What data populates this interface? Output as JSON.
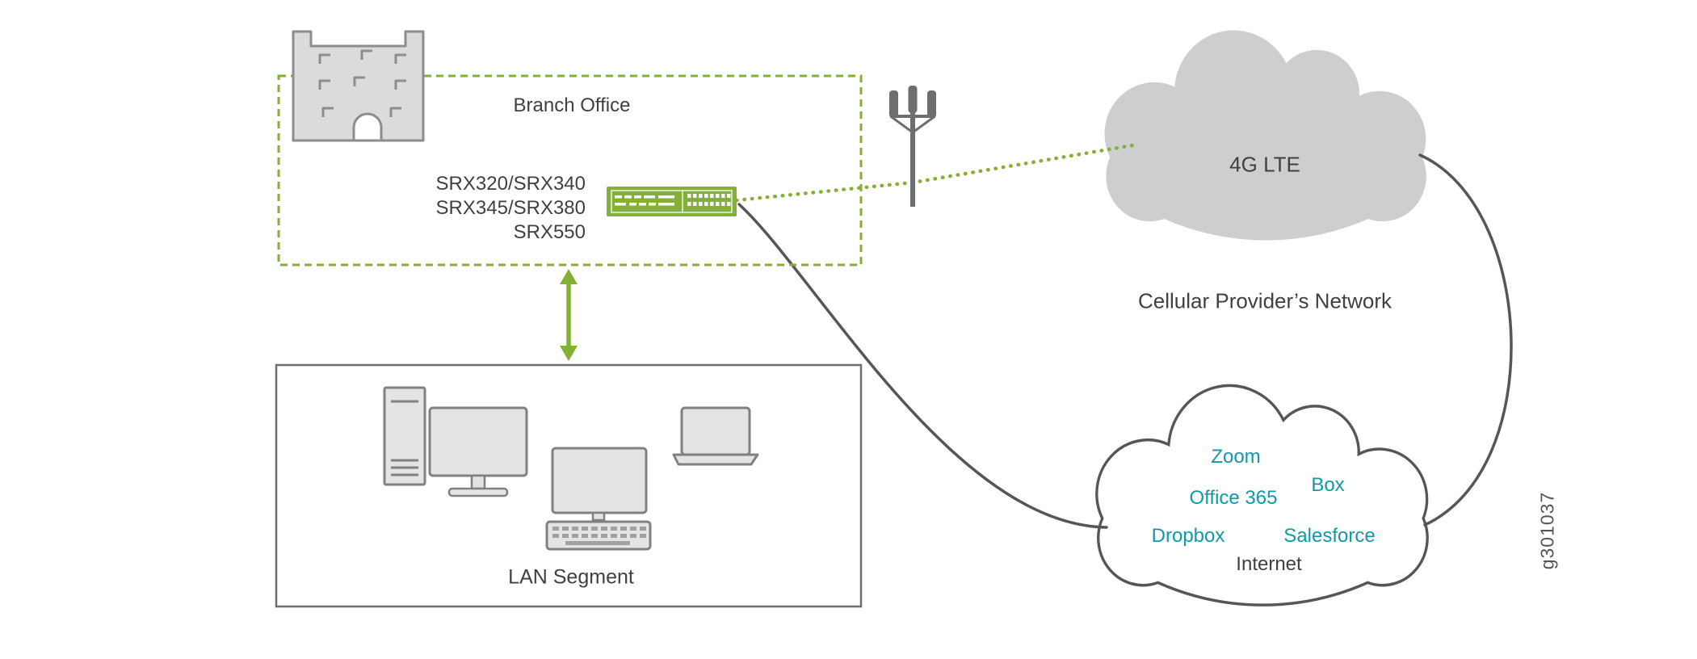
{
  "figure": {
    "id_label": "g301037"
  },
  "branch_office": {
    "label": "Branch Office",
    "device_models": [
      "SRX320/SRX340",
      "SRX345/SRX380",
      "SRX550"
    ]
  },
  "cellular": {
    "cloud_label": "4G LTE",
    "caption": "Cellular Provider’s Network"
  },
  "lan": {
    "label": "LAN Segment"
  },
  "internet": {
    "label": "Internet",
    "services": [
      "Zoom",
      "Box",
      "Office 365",
      "Dropbox",
      "Salesforce"
    ]
  },
  "icons": {
    "building": "office-building-icon",
    "gateway": "srx-services-gateway-icon",
    "tower": "cell-tower-antenna-icon",
    "lte_cloud": "cloud-icon",
    "internet_cloud": "cloud-icon",
    "lan_devices": [
      "desktop-tower-icon",
      "monitor-icon",
      "desktop-computer-icon",
      "laptop-icon"
    ],
    "link_arrow": "double-arrow-icon"
  },
  "colors": {
    "juniper_green": "#84B135",
    "service_teal": "#0F9AA9",
    "cloud_gray": "#CDCECF",
    "line_gray": "#55565A",
    "text_dark": "#3F4042"
  }
}
